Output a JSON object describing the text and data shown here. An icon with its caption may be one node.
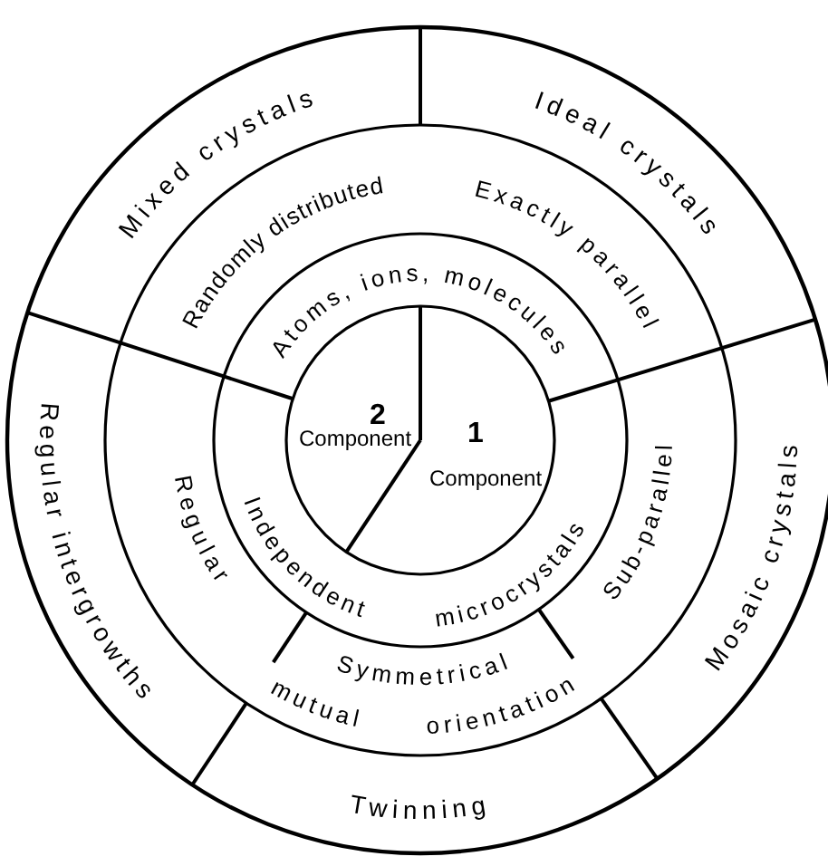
{
  "diagram": {
    "nodes": [
      {
        "text": [
          "Mixed crystals"
        ]
      },
      {
        "text": [
          "Ideal crystals"
        ]
      },
      {
        "text": [
          "Randomly distributed"
        ]
      },
      {
        "text": [
          "Exactly parallel"
        ]
      },
      {
        "text": [
          "Atoms, ions, molecules"
        ]
      },
      {
        "text": [
          "2",
          "Component"
        ]
      },
      {
        "text": [
          "1",
          "Component"
        ]
      },
      {
        "text": [
          "Regular intergrowths"
        ]
      },
      {
        "text": [
          "Regular"
        ]
      },
      {
        "text": [
          "Independent microcrystals"
        ]
      },
      {
        "text": [
          "Sub-parallel"
        ]
      },
      {
        "text": [
          "Mosaic crystals"
        ]
      },
      {
        "text": [
          "Symmetrical",
          "mutual orientation"
        ]
      },
      {
        "text": [
          "Twinning"
        ]
      }
    ]
  }
}
